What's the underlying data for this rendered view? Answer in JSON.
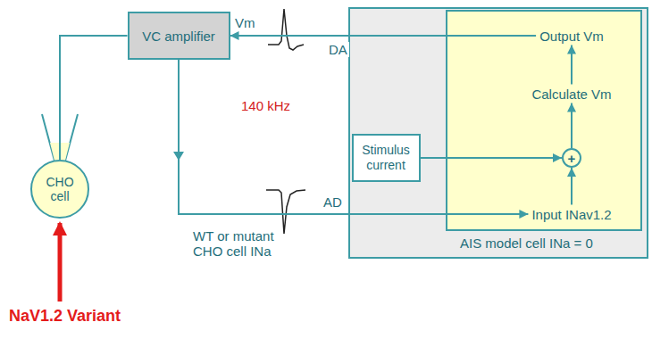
{
  "diagram": {
    "nodes": [
      {
        "text": [
          "VC amplifier"
        ]
      },
      {
        "text": [
          "AIS model cell INa = 0"
        ]
      },
      {
        "text": [
          "Output Vm"
        ],
        "in": 1
      },
      {
        "text": [
          "Calculate Vm"
        ],
        "in": 1
      },
      {
        "text": [
          "Stimulus current"
        ],
        "in": 1
      },
      {
        "text": [
          "+"
        ],
        "in": 1
      },
      {
        "text": [
          "Input INav1.2"
        ],
        "in": 1
      },
      {
        "text": [
          "CHO cell"
        ]
      }
    ],
    "edges": [
      {
        "from": 2,
        "to": 0,
        "arrow": "to",
        "label": "DA"
      },
      {
        "from": 0,
        "to": 7,
        "arrow": "none"
      },
      {
        "from": 0,
        "to": 6,
        "arrow": "to",
        "label": "AD"
      },
      {
        "from": 4,
        "to": 5,
        "arrow": "to"
      },
      {
        "from": 6,
        "to": 5,
        "arrow": "to"
      },
      {
        "from": 5,
        "to": 3,
        "arrow": "to"
      },
      {
        "from": 3,
        "to": 2,
        "arrow": "to"
      }
    ],
    "labels": [
      "Vm",
      "140 kHz",
      "WT or mutant CHO cell INa",
      "NaV1.2 Variant"
    ]
  }
}
